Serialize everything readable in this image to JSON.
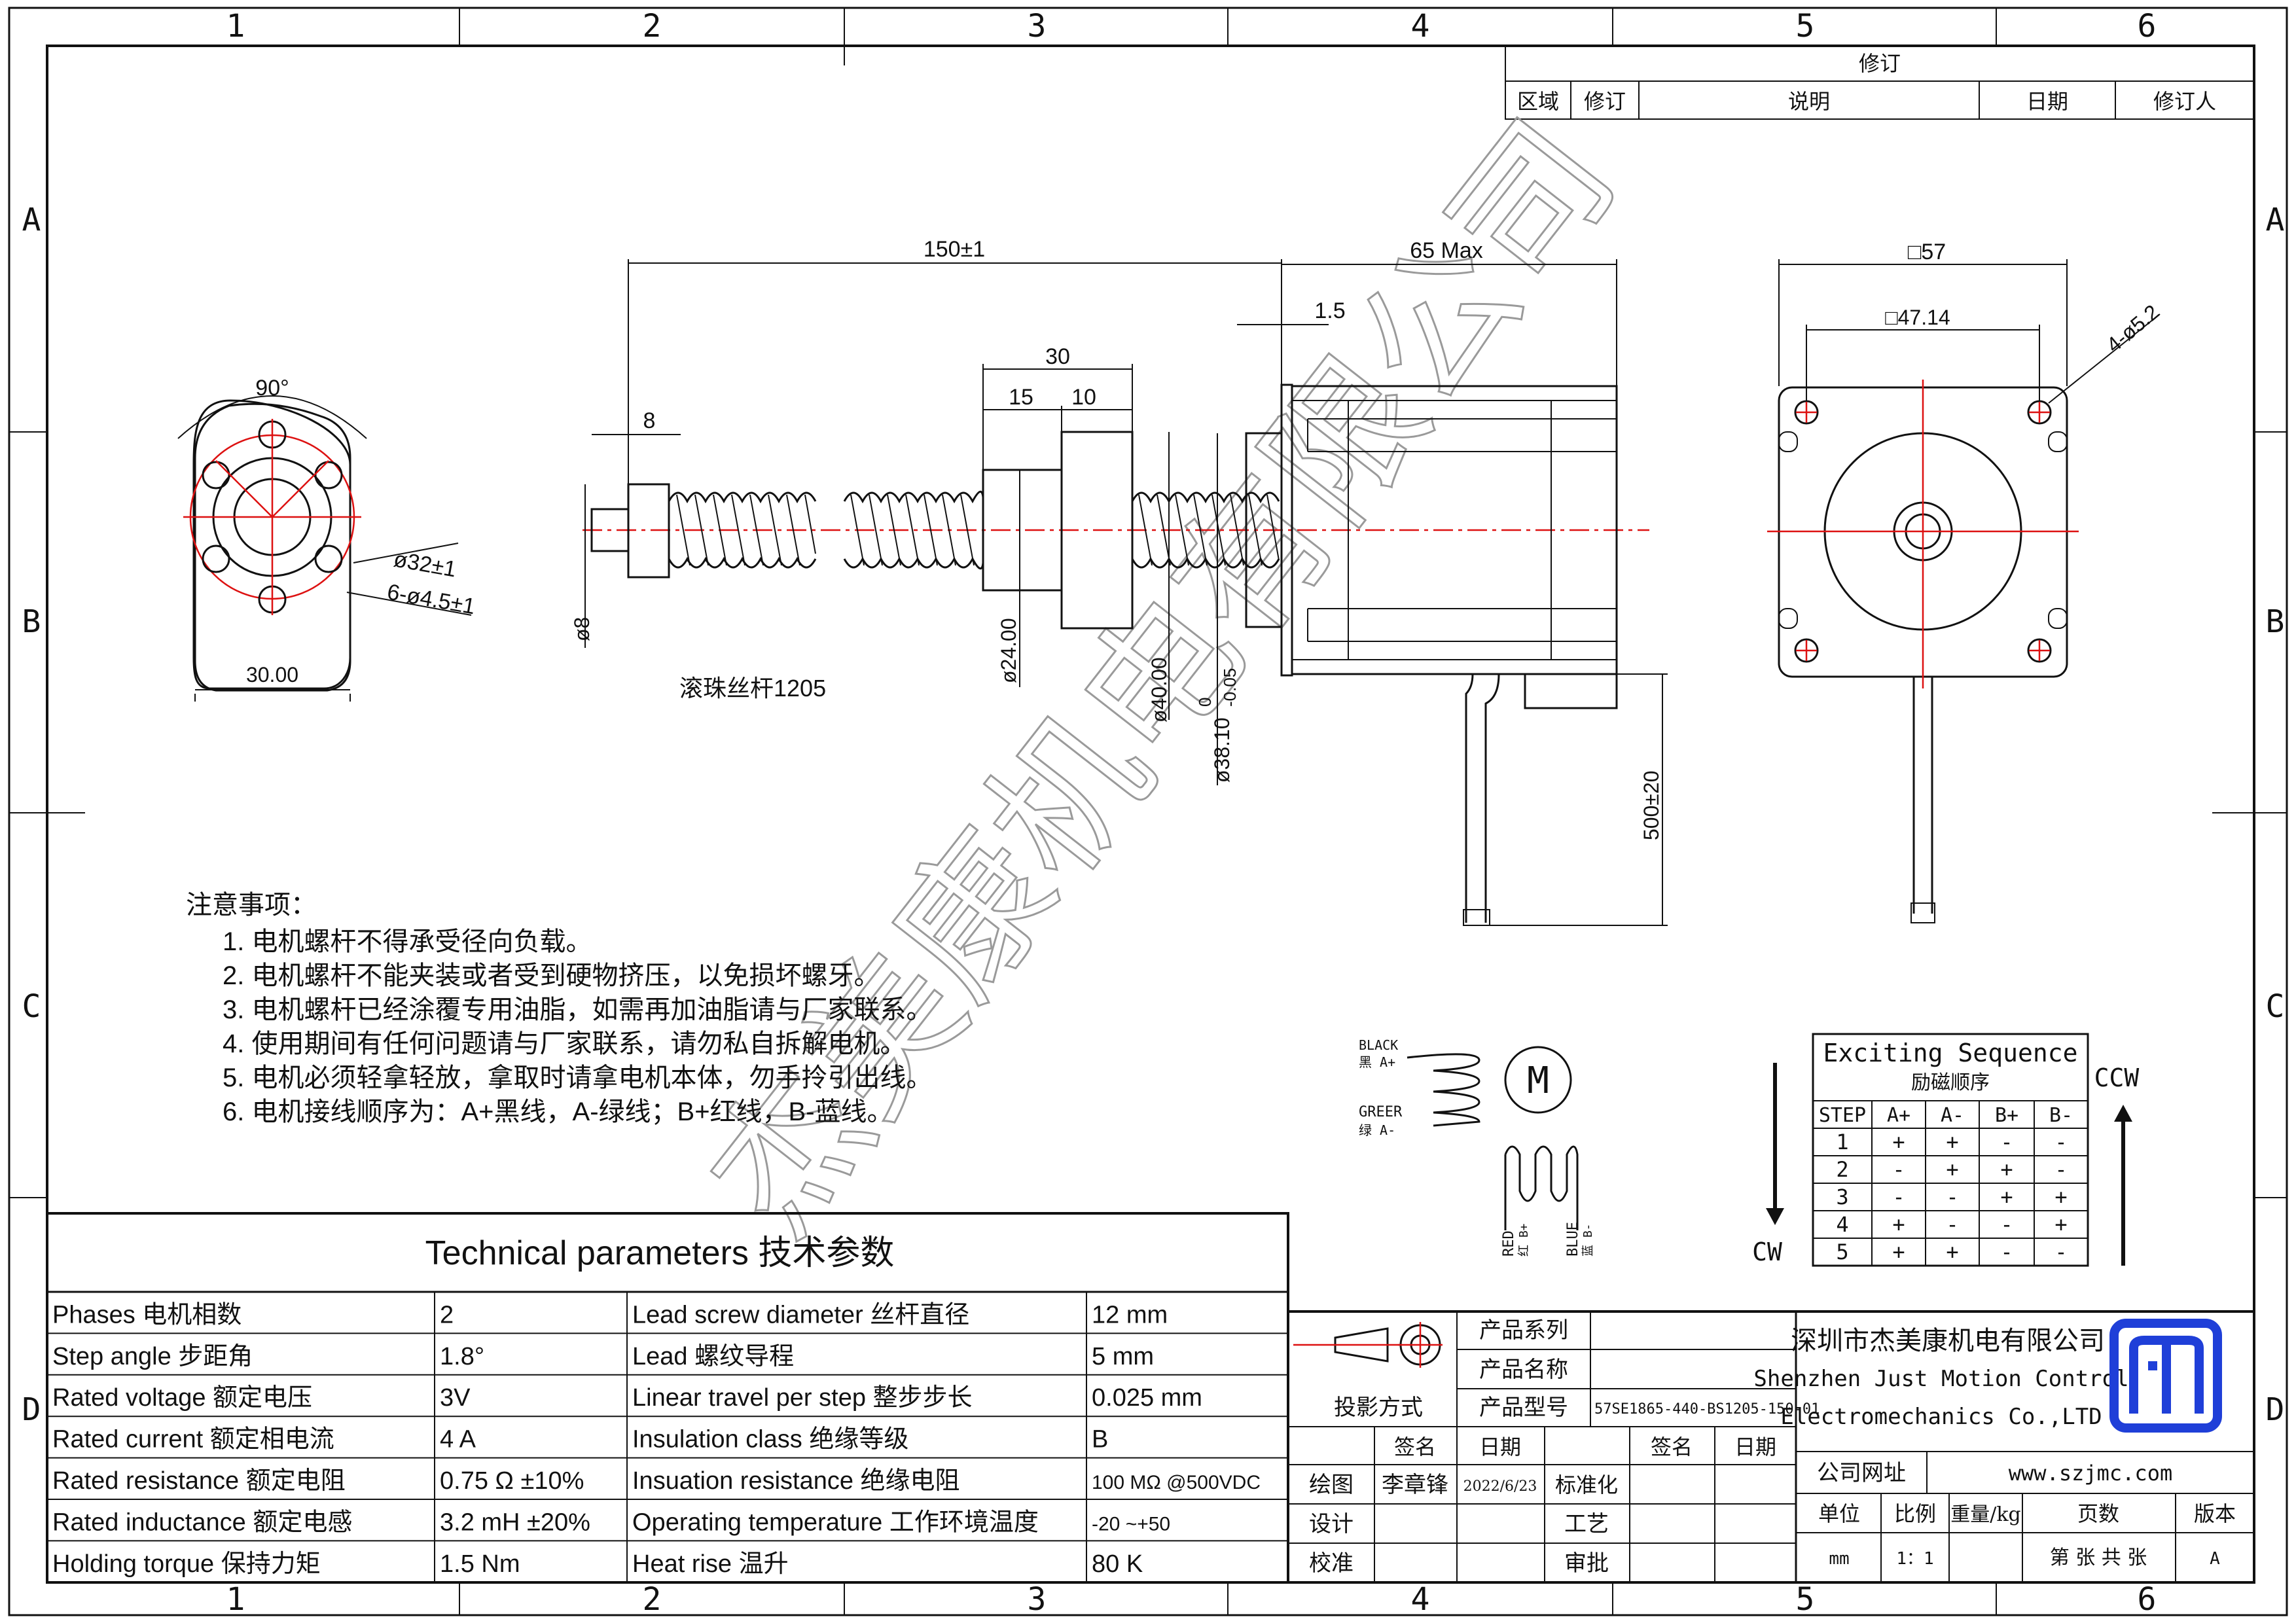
{
  "frame": {
    "col_labels": [
      "1",
      "2",
      "3",
      "4",
      "5",
      "6"
    ],
    "row_labels": [
      "A",
      "B",
      "C",
      "D"
    ]
  },
  "revision_table": {
    "title": "修订",
    "headers": [
      "区域",
      "修订",
      "说明",
      "日期",
      "修订人"
    ]
  },
  "dims": {
    "total_length": "150±1",
    "motor_length": "65 Max",
    "flange": "1.5",
    "nut_len": "30",
    "nut_a": "15",
    "nut_b": "10",
    "end_len": "8",
    "shaft_dia": "ø8",
    "nut_dia": "ø24.00",
    "flange_dia": "ø40.00",
    "pilot_dia": "ø38.10",
    "pilot_tol_upper": "0",
    "pilot_tol_lower": "-0.05",
    "lead_len": "500±20",
    "side_angle": "90°",
    "side_pcd": "ø32±1",
    "side_holes": "6-ø4.5±1",
    "side_width": "30.00",
    "front_square": "□57",
    "front_hole_pitch": "□47.14",
    "front_holes": "4-ø5.2",
    "screw_label": "滚珠丝杆1205"
  },
  "notes": {
    "title": "注意事项：",
    "items": [
      "1. 电机螺杆不得承受径向负载。",
      "2. 电机螺杆不能夹装或者受到硬物挤压，以免损坏螺牙。",
      "3. 电机螺杆已经涂覆专用油脂，如需再加油脂请与厂家联系。",
      "4. 使用期间有任何问题请与厂家联系，请勿私自拆解电机。",
      "5. 电机必须轻拿轻放，拿取时请拿电机本体，勿手拎引出线。",
      "6.  电机接线顺序为：A+黑线，A-绿线；B+红线，B-蓝线。"
    ]
  },
  "wiring": {
    "black": "BLACK",
    "black_cn": "黑 A+",
    "green": "GREER",
    "green_cn": "绿 A-",
    "red": "RED",
    "red_cn": "红 B+",
    "blue": "BLUE",
    "blue_cn": "蓝 B-",
    "motor_symbol": "M"
  },
  "exciting_sequence": {
    "title": "Exciting Sequence",
    "subtitle": "励磁顺序",
    "headers": [
      "STEP",
      "A+",
      "A-",
      "B+",
      "B-"
    ],
    "rows": [
      [
        "1",
        "+",
        "+",
        "-",
        "-"
      ],
      [
        "2",
        "-",
        "+",
        "+",
        "-"
      ],
      [
        "3",
        "-",
        "-",
        "+",
        "+"
      ],
      [
        "4",
        "+",
        "-",
        "-",
        "+"
      ],
      [
        "5",
        "+",
        "+",
        "-",
        "-"
      ]
    ],
    "cw": "CW",
    "ccw": "CCW"
  },
  "tech_params": {
    "title": "Technical parameters 技术参数",
    "rows": [
      [
        "Phases 电机相数",
        "2",
        "Lead screw diameter 丝杆直径",
        "12 mm"
      ],
      [
        "Step angle 步距角",
        "1.8°",
        "Lead 螺纹导程",
        "5 mm"
      ],
      [
        "Rated voltage 额定电压",
        "3V",
        "Linear travel per step 整步步长",
        "0.025 mm"
      ],
      [
        "Rated current 额定相电流",
        "4 A",
        "Insulation class 绝缘等级",
        "B"
      ],
      [
        "Rated resistance 额定电阻",
        "0.75 Ω  ±10%",
        "Insuation resistance 绝缘电阻",
        "100 MΩ @500VDC"
      ],
      [
        "Rated inductance 额定电感",
        "3.2 mH ±20%",
        "Operating temperature 工作环境温度",
        "-20    ~+50"
      ],
      [
        "Holding torque 保持力矩",
        "1.5 Nm",
        "Heat rise 温升",
        "80 K"
      ]
    ]
  },
  "title_block": {
    "projection": "投影方式",
    "series_label": "产品系列",
    "name_label": "产品名称",
    "model_label": "产品型号",
    "model_value": "57SE1865-440-BS1205-150-01",
    "sign": "签名",
    "date": "日期",
    "drawn": "绘图",
    "drawn_by": "李章锋",
    "drawn_date": "2022/6/23",
    "design": "设计",
    "check": "校准",
    "standard": "标准化",
    "process": "工艺",
    "approve": "审批",
    "company_cn": "深圳市杰美康机电有限公司",
    "company_en1": "Shenzhen Just Motion Control",
    "company_en2": "Electromechanics Co.,LTD",
    "website_label": "公司网址",
    "website": "www.szjmc.com",
    "unit": "单位",
    "scale": "比例",
    "weight": "重量/kg",
    "pages": "页数",
    "version": "版本",
    "unit_val": "mm",
    "scale_val": "1：1",
    "pages_val": "第 张 共 张",
    "version_val": "A"
  },
  "watermark": "杰美康机电有限公司",
  "colors": {
    "centerline": "#dd1111",
    "logo": "#1f3fd8",
    "line": "#111111"
  }
}
